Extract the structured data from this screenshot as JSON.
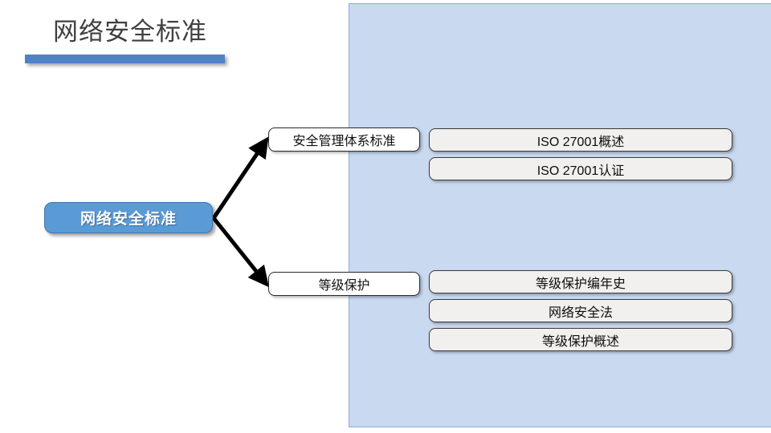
{
  "slide": {
    "title": "网络安全标准",
    "accent_color": "#4f81c7",
    "panel_color": "#c8d9f0",
    "root_color": "#5b9bd5",
    "leaf_color": "#f1f0ee"
  },
  "diagram": {
    "type": "mindmap",
    "root": {
      "label": "网络安全标准"
    },
    "branches": [
      {
        "label": "安全管理体系标准",
        "leaves": [
          {
            "label": "ISO 27001概述"
          },
          {
            "label": "ISO 27001认证"
          }
        ]
      },
      {
        "label": "等级保护",
        "leaves": [
          {
            "label": "等级保护编年史"
          },
          {
            "label": "网络安全法"
          },
          {
            "label": "等级保护概述"
          }
        ]
      }
    ],
    "connectors": [
      {
        "name": "arrow-root-to-branch-0",
        "from": "root",
        "to": "branch-0"
      },
      {
        "name": "arrow-root-to-branch-1",
        "from": "root",
        "to": "branch-1"
      }
    ]
  }
}
